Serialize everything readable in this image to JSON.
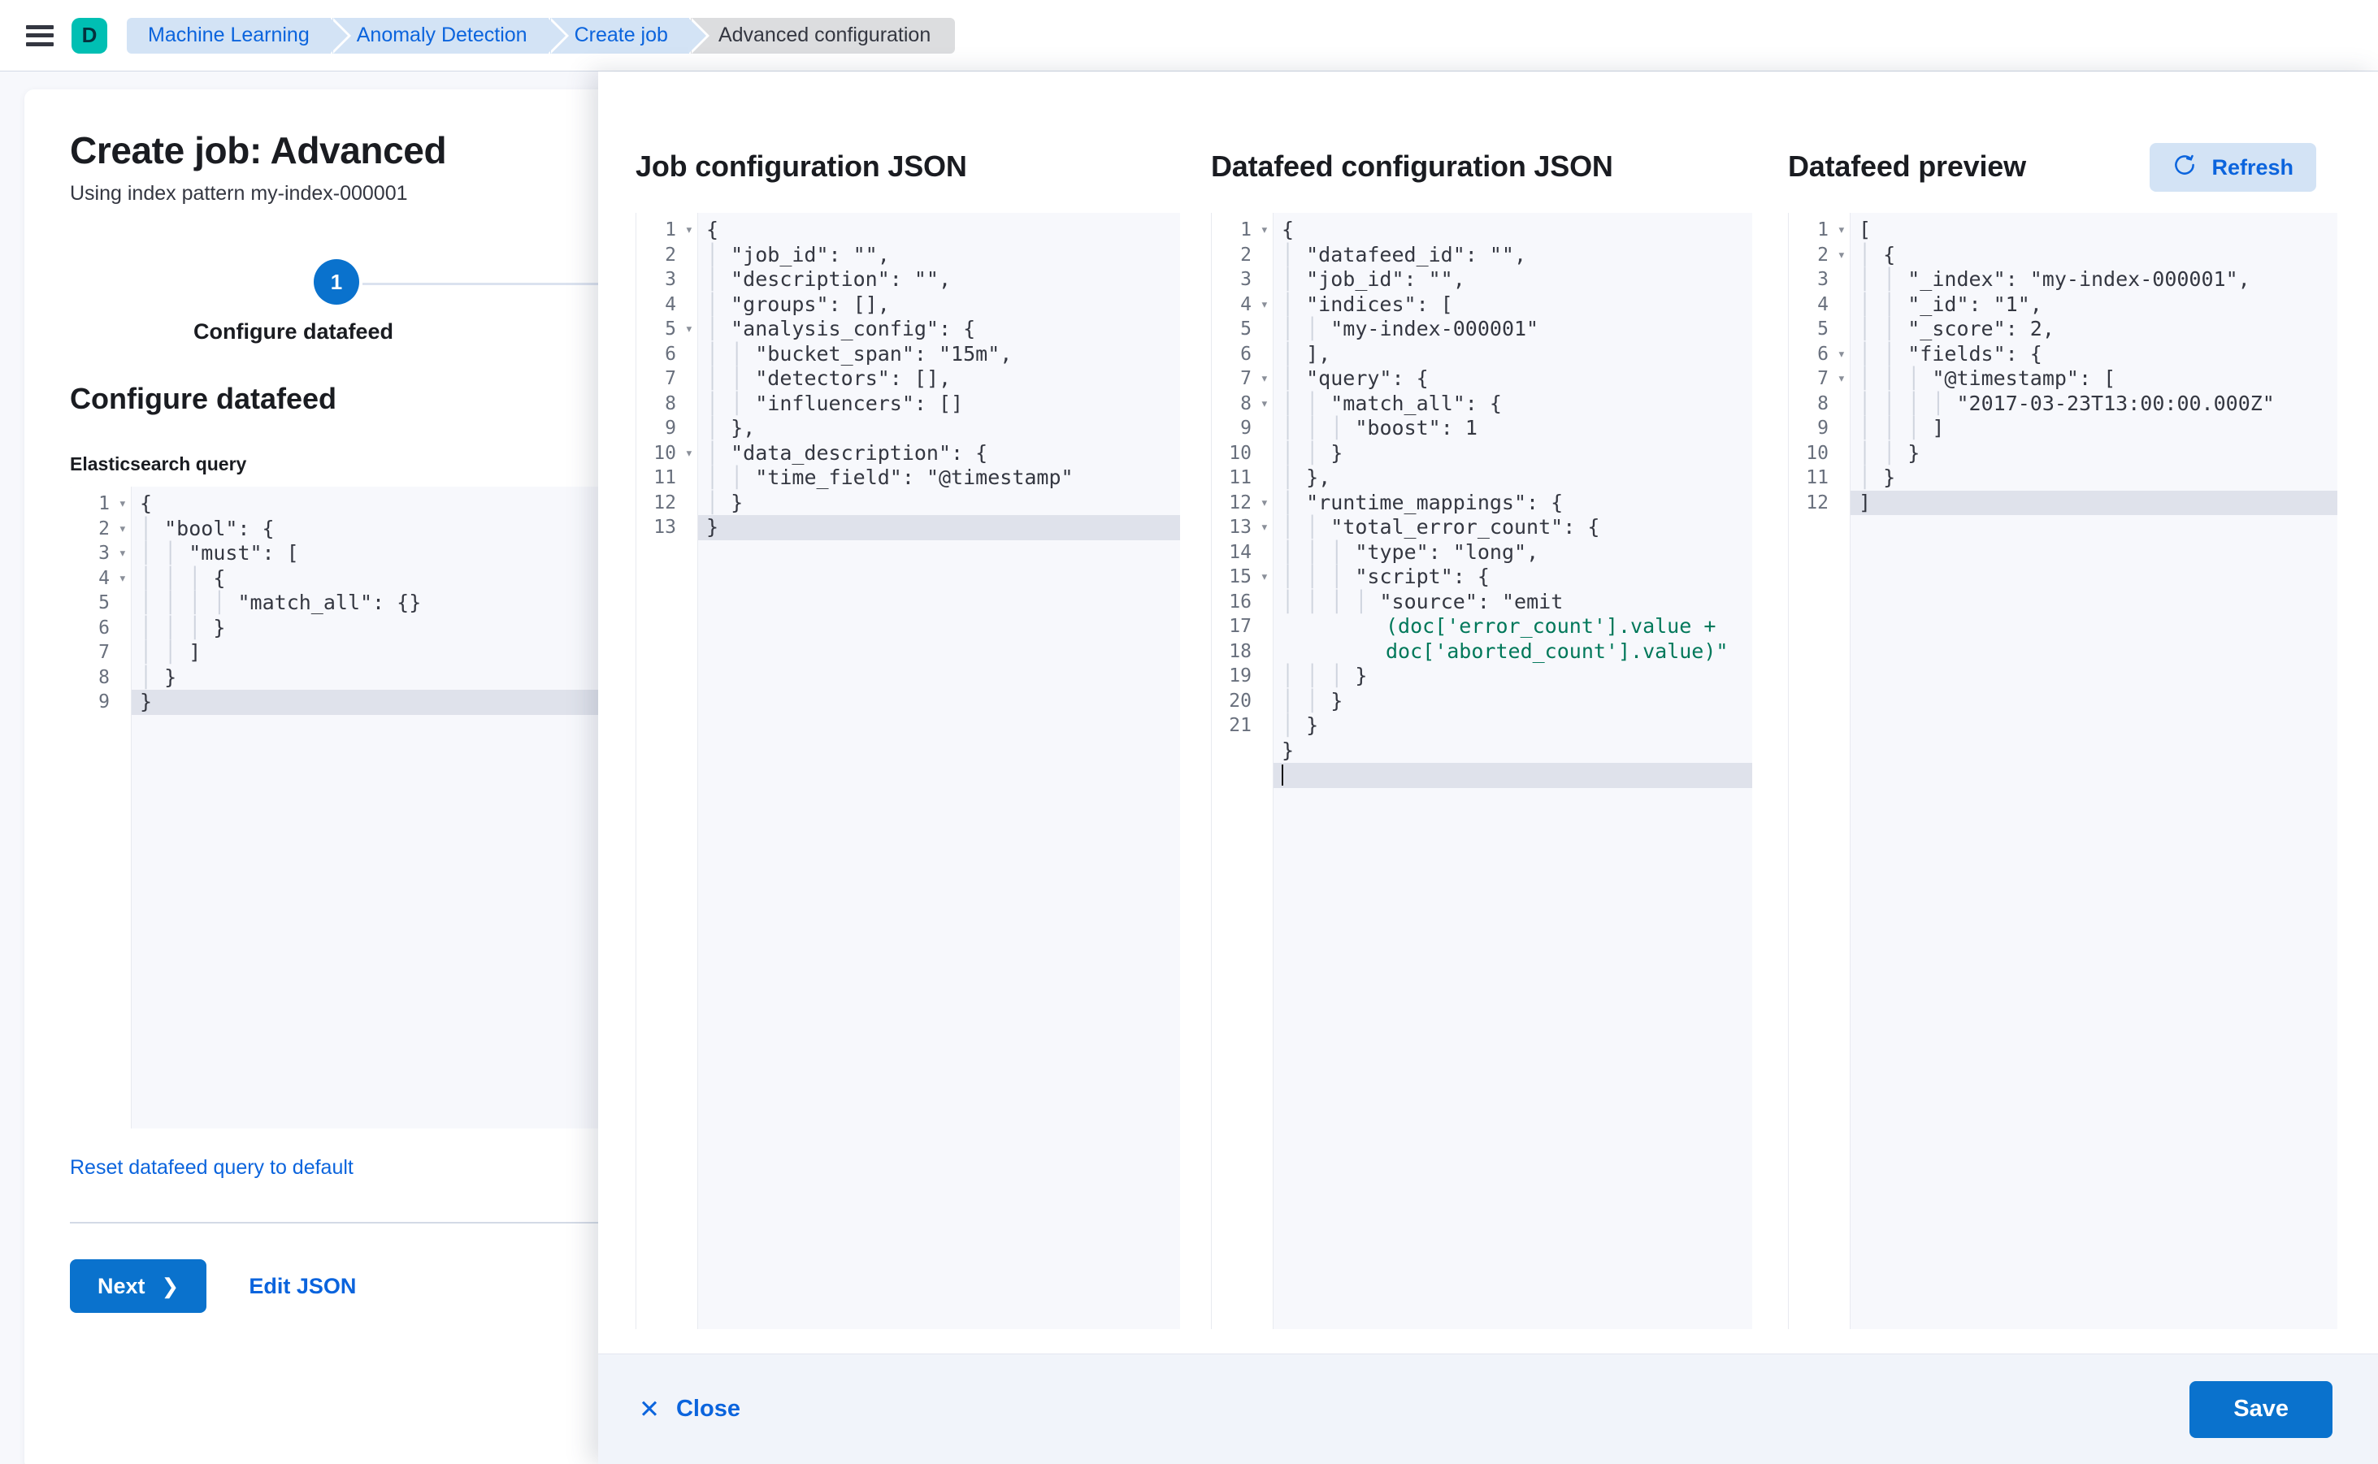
{
  "topbar": {
    "menu_icon": "hamburger-icon",
    "space_avatar": "D",
    "breadcrumbs": [
      {
        "label": "Machine Learning",
        "active": false
      },
      {
        "label": "Anomaly Detection",
        "active": false
      },
      {
        "label": "Create job",
        "active": false
      },
      {
        "label": "Advanced configuration",
        "active": true
      }
    ]
  },
  "page": {
    "title": "Create job: Advanced",
    "subtitle": "Using index pattern my-index-000001",
    "step_number": "1",
    "step_label": "Configure datafeed",
    "section_title": "Configure datafeed",
    "es_query_label": "Elasticsearch query",
    "reset_link": "Reset datafeed query to default",
    "next_label": "Next",
    "next_icon": "chevron-right-icon",
    "edit_json_label": "Edit JSON"
  },
  "es_query_editor": {
    "name": "elasticsearch-query-editor",
    "highlight_line": 9,
    "lines": [
      {
        "n": "1",
        "fold": true,
        "text": "{"
      },
      {
        "n": "2",
        "fold": true,
        "text": "  \"bool\": {"
      },
      {
        "n": "3",
        "fold": true,
        "text": "    \"must\": ["
      },
      {
        "n": "4",
        "fold": true,
        "text": "      {"
      },
      {
        "n": "5",
        "fold": false,
        "text": "        \"match_all\": {}"
      },
      {
        "n": "6",
        "fold": false,
        "text": "      }"
      },
      {
        "n": "7",
        "fold": false,
        "text": "    ]"
      },
      {
        "n": "8",
        "fold": false,
        "text": "  }"
      },
      {
        "n": "9",
        "fold": false,
        "text": "}"
      }
    ]
  },
  "flyout": {
    "columns": [
      {
        "key": "job",
        "title": "Job configuration JSON",
        "editor_name": "job-configuration-json-editor",
        "highlight_line": 13,
        "lines": [
          {
            "n": "1",
            "fold": true,
            "text": "{"
          },
          {
            "n": "2",
            "fold": false,
            "text": "  \"job_id\": \"\","
          },
          {
            "n": "3",
            "fold": false,
            "text": "  \"description\": \"\","
          },
          {
            "n": "4",
            "fold": false,
            "text": "  \"groups\": [],"
          },
          {
            "n": "5",
            "fold": true,
            "text": "  \"analysis_config\": {"
          },
          {
            "n": "6",
            "fold": false,
            "text": "    \"bucket_span\": \"15m\","
          },
          {
            "n": "7",
            "fold": false,
            "text": "    \"detectors\": [],"
          },
          {
            "n": "8",
            "fold": false,
            "text": "    \"influencers\": []"
          },
          {
            "n": "9",
            "fold": false,
            "text": "  },"
          },
          {
            "n": "10",
            "fold": true,
            "text": "  \"data_description\": {"
          },
          {
            "n": "11",
            "fold": false,
            "text": "    \"time_field\": \"@timestamp\""
          },
          {
            "n": "12",
            "fold": false,
            "text": "  }"
          },
          {
            "n": "13",
            "fold": false,
            "text": "}"
          }
        ]
      },
      {
        "key": "feed",
        "title": "Datafeed configuration JSON",
        "editor_name": "datafeed-configuration-json-editor",
        "highlight_line": 21,
        "lines": [
          {
            "n": "1",
            "fold": true,
            "text": "{"
          },
          {
            "n": "2",
            "fold": false,
            "text": "  \"datafeed_id\": \"\","
          },
          {
            "n": "3",
            "fold": false,
            "text": "  \"job_id\": \"\","
          },
          {
            "n": "4",
            "fold": true,
            "text": "  \"indices\": ["
          },
          {
            "n": "5",
            "fold": false,
            "text": "    \"my-index-000001\""
          },
          {
            "n": "6",
            "fold": false,
            "text": "  ],"
          },
          {
            "n": "7",
            "fold": true,
            "text": "  \"query\": {"
          },
          {
            "n": "8",
            "fold": true,
            "text": "    \"match_all\": {"
          },
          {
            "n": "9",
            "fold": false,
            "text": "      \"boost\": 1"
          },
          {
            "n": "10",
            "fold": false,
            "text": "    }"
          },
          {
            "n": "11",
            "fold": false,
            "text": "  },"
          },
          {
            "n": "12",
            "fold": true,
            "text": "  \"runtime_mappings\": {"
          },
          {
            "n": "13",
            "fold": true,
            "text": "    \"total_error_count\": {"
          },
          {
            "n": "14",
            "fold": false,
            "text": "      \"type\": \"long\","
          },
          {
            "n": "15",
            "fold": true,
            "text": "      \"script\": {"
          },
          {
            "n": "16",
            "fold": false,
            "text": "        \"source\": \"emit(doc['error_count'].value + doc['aborted_count'].value)\""
          },
          {
            "n": "17",
            "fold": false,
            "text": "      }"
          },
          {
            "n": "18",
            "fold": false,
            "text": "    }"
          },
          {
            "n": "19",
            "fold": false,
            "text": "  }"
          },
          {
            "n": "20",
            "fold": false,
            "text": "}"
          },
          {
            "n": "21",
            "fold": false,
            "text": ""
          }
        ]
      },
      {
        "key": "prev",
        "title": "Datafeed preview",
        "editor_name": "datafeed-preview-editor",
        "refresh_label": "Refresh",
        "refresh_icon": "refresh-icon",
        "highlight_line": 12,
        "lines": [
          {
            "n": "1",
            "fold": true,
            "text": "["
          },
          {
            "n": "2",
            "fold": true,
            "text": "  {"
          },
          {
            "n": "3",
            "fold": false,
            "text": "    \"_index\": \"my-index-000001\","
          },
          {
            "n": "4",
            "fold": false,
            "text": "    \"_id\": \"1\","
          },
          {
            "n": "5",
            "fold": false,
            "text": "    \"_score\": 2,"
          },
          {
            "n": "6",
            "fold": true,
            "text": "    \"fields\": {"
          },
          {
            "n": "7",
            "fold": true,
            "text": "      \"@timestamp\": ["
          },
          {
            "n": "8",
            "fold": false,
            "text": "        \"2017-03-23T13:00:00.000Z\""
          },
          {
            "n": "9",
            "fold": false,
            "text": "      ]"
          },
          {
            "n": "10",
            "fold": false,
            "text": "    }"
          },
          {
            "n": "11",
            "fold": false,
            "text": "  }"
          },
          {
            "n": "12",
            "fold": false,
            "text": "]"
          }
        ]
      }
    ],
    "footer": {
      "close_label": "Close",
      "close_icon": "close-icon",
      "save_label": "Save"
    }
  },
  "colors": {
    "primary": "#0a72cd",
    "link": "#0b64dd",
    "accent_teal": "#00bfb3",
    "crumb_bg": "#d3e3f5",
    "crumb_active_bg": "#dcdddf",
    "json_key": "#0077a0",
    "json_string": "#00785a",
    "editor_bg": "#f7f8fc"
  }
}
